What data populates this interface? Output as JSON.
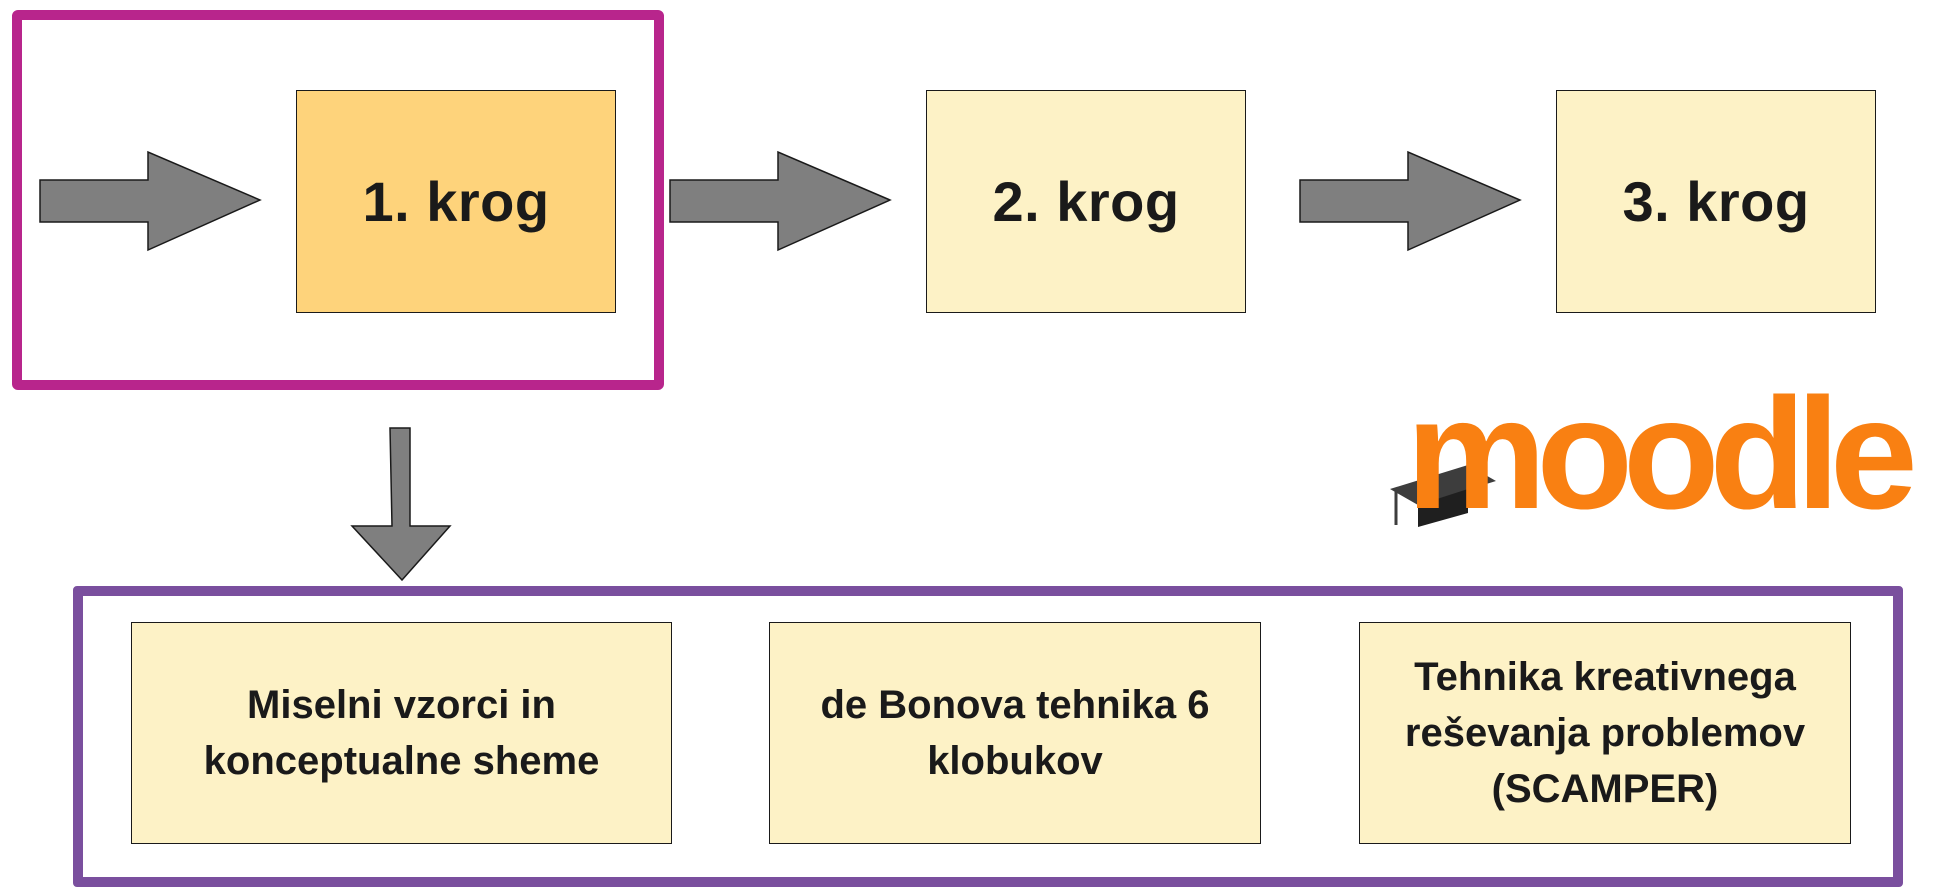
{
  "rounds": [
    {
      "label": "1. krog",
      "active": true
    },
    {
      "label": "2. krog",
      "active": false
    },
    {
      "label": "3. krog",
      "active": false
    }
  ],
  "techniques": [
    {
      "label": "Miselni vzorci in\nkonceptualne sheme"
    },
    {
      "label": "de Bonova tehnika 6\nklobukov"
    },
    {
      "label": "Tehnika kreativnega\nreševanja problemov\n(SCAMPER)"
    }
  ],
  "logo": {
    "text": "moodle",
    "icon": "graduation-cap-icon"
  },
  "colors": {
    "active_round": "#fed37b",
    "idle_box": "#fdf2c6",
    "arrow": "#7f7f7f",
    "highlight_frame": "#b8258c",
    "group_frame": "#7a4f9e",
    "logo_orange": "#f98012"
  }
}
